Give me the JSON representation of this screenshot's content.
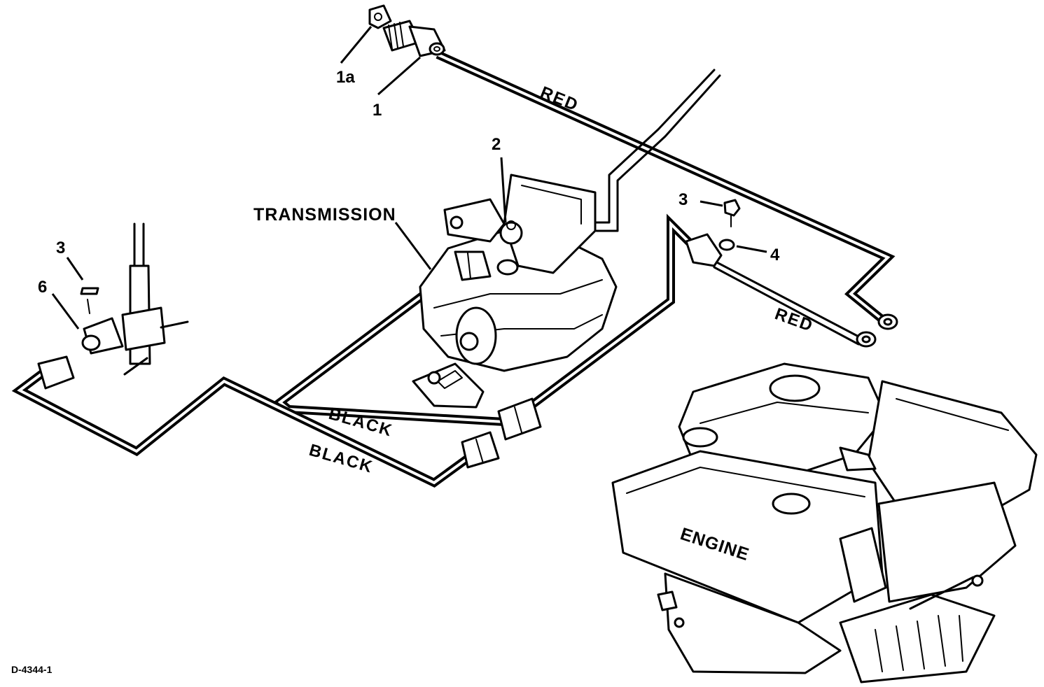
{
  "labels": {
    "part_1a": "1a",
    "part_1": "1",
    "part_2": "2",
    "part_3_right": "3",
    "part_4": "4",
    "part_3_left": "3",
    "part_6": "6",
    "transmission": "TRANSMISSION",
    "engine": "ENGINE",
    "wire_red_top": "RED",
    "wire_red_lower": "RED",
    "wire_black_upper": "BLACK",
    "wire_black_lower": "BLACK",
    "drawing_code": "D-4344-1"
  }
}
